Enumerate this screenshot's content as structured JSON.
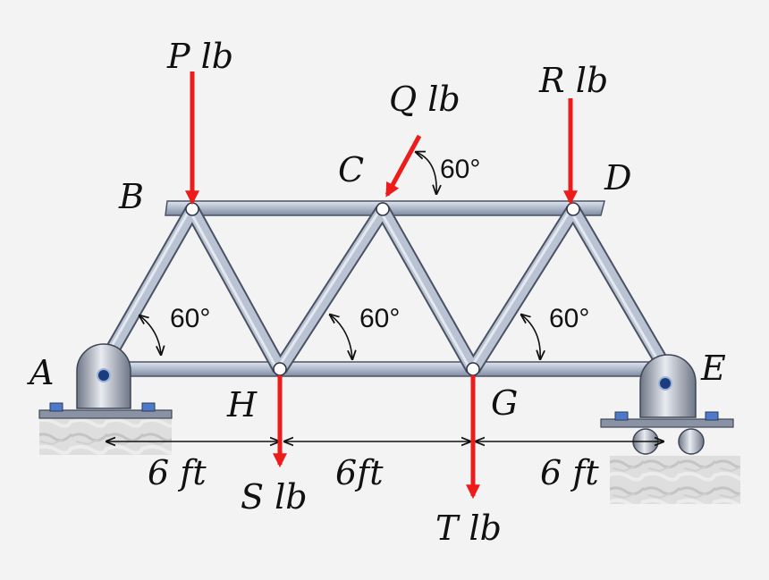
{
  "joints": {
    "A": "A",
    "B": "B",
    "C": "C",
    "D": "D",
    "E": "E",
    "G": "G",
    "H": "H"
  },
  "loads": {
    "P": "P lb",
    "Q": "Q lb",
    "R": "R lb",
    "S": "S lb",
    "T": "T lb"
  },
  "angles": {
    "q_angle": "60°",
    "left_angle": "60°",
    "mid_angle": "60°",
    "right_angle": "60°"
  },
  "dimensions": {
    "left": "6 ft",
    "middle": "6ft",
    "right": "6 ft"
  },
  "colors": {
    "member": "#aeb9cc",
    "member_edge": "#4a5263",
    "load_arrow": "#ee1b1b",
    "support": "#a9b0be",
    "ground": "#d8d8d8"
  }
}
